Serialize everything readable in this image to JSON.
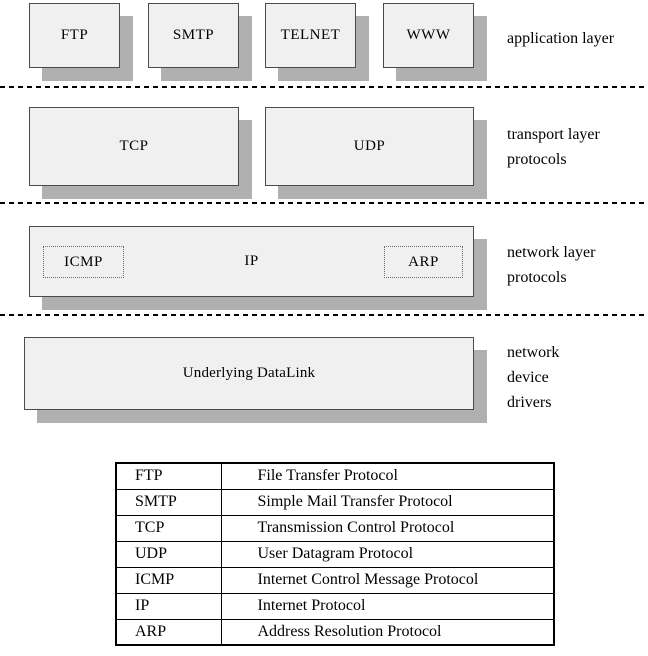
{
  "colors": {
    "background": "#ffffff",
    "box_fill": "#f0f0f0",
    "box_border": "#4a4a4a",
    "shadow": "#b0b0b0",
    "text": "#000000",
    "table_border": "#000000"
  },
  "layers": {
    "application": {
      "side_label_lines": [
        "application layer"
      ],
      "boxes": {
        "ftp": "FTP",
        "smtp": "SMTP",
        "telnet": "TELNET",
        "www": "WWW"
      }
    },
    "transport": {
      "side_label_lines": [
        "transport layer",
        "protocols"
      ],
      "boxes": {
        "tcp": "TCP",
        "udp": "UDP"
      }
    },
    "network": {
      "side_label_lines": [
        "network layer",
        "protocols"
      ],
      "boxes": {
        "ip": "IP",
        "icmp": "ICMP",
        "arp": "ARP"
      }
    },
    "datalink": {
      "side_label_lines": [
        "network",
        "device",
        "drivers"
      ],
      "boxes": {
        "underlying_datalink": "Underlying DataLink"
      }
    }
  },
  "legend": {
    "rows": [
      {
        "acronym": "FTP",
        "meaning": "File Transfer Protocol"
      },
      {
        "acronym": "SMTP",
        "meaning": "Simple Mail Transfer Protocol"
      },
      {
        "acronym": "TCP",
        "meaning": "Transmission Control Protocol"
      },
      {
        "acronym": "UDP",
        "meaning": "User Datagram Protocol"
      },
      {
        "acronym": "ICMP",
        "meaning": "Internet Control Message Protocol"
      },
      {
        "acronym": "IP",
        "meaning": "Internet Protocol"
      },
      {
        "acronym": "ARP",
        "meaning": "Address Resolution Protocol"
      }
    ]
  }
}
